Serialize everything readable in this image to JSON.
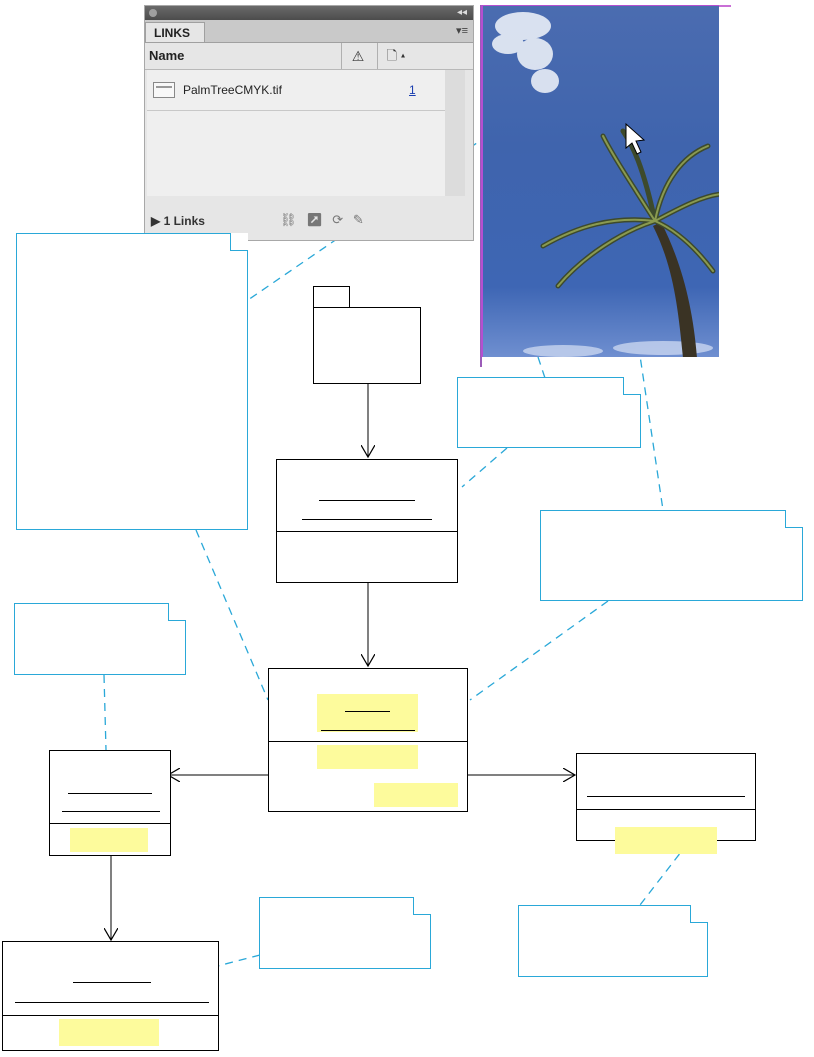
{
  "links_panel": {
    "tab_label": "LINKS",
    "column_name": "Name",
    "column_status_icon": "warning-icon",
    "column_page_icon": "page-icon",
    "rows": [
      {
        "filename": "PalmTreeCMYK.tif",
        "page": "1"
      }
    ],
    "footer_count": "1 Links",
    "footer_tools": [
      "relink-icon",
      "goto-link-icon",
      "update-link-icon",
      "edit-original-icon"
    ]
  },
  "colors": {
    "note_border": "#2aa8d8",
    "highlight": "#fdfb9c",
    "frame_border": "#b54fd0"
  }
}
